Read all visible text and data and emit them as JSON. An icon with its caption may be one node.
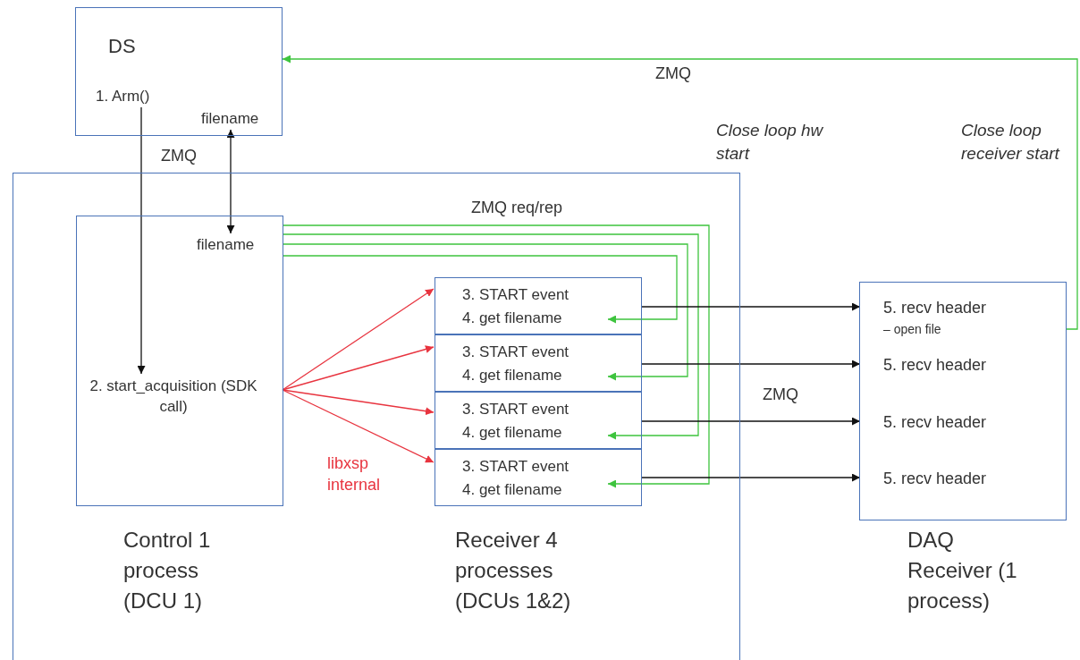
{
  "diagram": {
    "nodes": [
      {
        "text": [
          "DS"
        ]
      },
      {
        "text": [
          "1. Arm()"
        ],
        "in": 0
      },
      {
        "text": [
          "filename"
        ],
        "in": 0
      },
      {
        "text": [],
        "shape": "box"
      },
      {
        "text": [],
        "shape": "box",
        "in": 3
      },
      {
        "text": [
          "filename"
        ],
        "in": 4
      },
      {
        "text": [
          "2. start_acquisition (SDK call)"
        ],
        "in": 4
      },
      {
        "text": [
          "3. START event",
          "4. get filename"
        ],
        "in": 3
      },
      {
        "text": [
          "3. START event",
          "4. get filename"
        ],
        "in": 3
      },
      {
        "text": [
          "3. START event",
          "4. get filename"
        ],
        "in": 3
      },
      {
        "text": [
          "3. START event",
          "4. get filename"
        ],
        "in": 3
      },
      {
        "text": [],
        "shape": "box"
      },
      {
        "text": [
          "5. recv header",
          "– open file"
        ],
        "in": 11
      },
      {
        "text": [
          "5. recv header"
        ],
        "in": 11
      },
      {
        "text": [
          "5. recv header"
        ],
        "in": 11
      },
      {
        "text": [
          "5. recv header"
        ],
        "in": 11
      }
    ],
    "edges": [
      {
        "from": 1,
        "to": 6,
        "arrow": "to"
      },
      {
        "from": 2,
        "to": 5,
        "arrow": "both",
        "label": "ZMQ"
      },
      {
        "from": 6,
        "to": 7,
        "arrow": "to",
        "color": "#e8343f"
      },
      {
        "from": 6,
        "to": 8,
        "arrow": "to",
        "color": "#e8343f"
      },
      {
        "from": 6,
        "to": 9,
        "arrow": "to",
        "color": "#e8343f"
      },
      {
        "from": 6,
        "to": 10,
        "arrow": "to",
        "color": "#e8343f"
      },
      {
        "from": 4,
        "to": 7,
        "arrow": "to",
        "color": "#3ec43e"
      },
      {
        "from": 4,
        "to": 8,
        "arrow": "to",
        "color": "#3ec43e"
      },
      {
        "from": 4,
        "to": 9,
        "arrow": "to",
        "color": "#3ec43e"
      },
      {
        "from": 4,
        "to": 10,
        "arrow": "to",
        "color": "#3ec43e"
      },
      {
        "from": 7,
        "to": 12,
        "arrow": "to"
      },
      {
        "from": 8,
        "to": 13,
        "arrow": "to"
      },
      {
        "from": 9,
        "to": 14,
        "arrow": "to"
      },
      {
        "from": 10,
        "to": 15,
        "arrow": "to"
      },
      {
        "from": 11,
        "to": 0,
        "arrow": "to",
        "color": "#3ec43e",
        "label": "ZMQ"
      }
    ],
    "labels": [
      "Close loop hw start",
      "Close loop receiver start",
      "ZMQ req/rep",
      "ZMQ",
      "libxsp internal",
      "Control 1 process (DCU 1)",
      "Receiver 4 processes (DCUs 1&2)",
      "DAQ Receiver (1 process)"
    ]
  }
}
